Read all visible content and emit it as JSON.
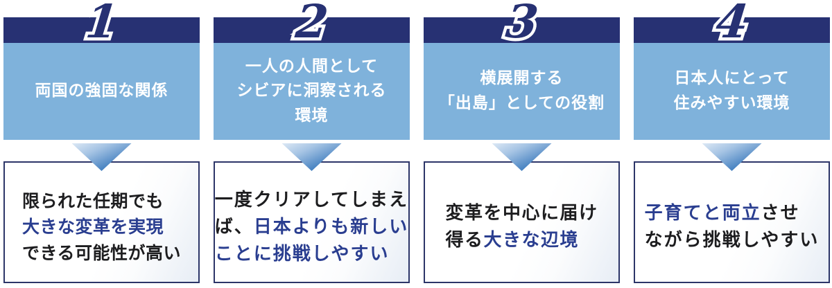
{
  "colors": {
    "navy_bar": "#273173",
    "light_blue": "#7fb2db",
    "emphasis_blue": "#2a3e90",
    "text_black": "#1d1d1f",
    "box_border": "#2c3568",
    "arrow_light": "#dce8f5",
    "arrow_dark": "#2b66ae"
  },
  "columns": [
    {
      "number": "1",
      "header_lines": [
        "両国の強固な関係"
      ],
      "body_lines": [
        [
          {
            "text": "限られた任期でも",
            "emphasis": false
          }
        ],
        [
          {
            "text": "大きな変革を実現",
            "emphasis": true
          }
        ],
        [
          {
            "text": "できる可能性が高い",
            "emphasis": false
          }
        ]
      ]
    },
    {
      "number": "2",
      "header_lines": [
        "一人の人間として",
        "シビアに洞察される",
        "環境"
      ],
      "body_lines": [
        [
          {
            "text": "一度クリアしてしまえ",
            "emphasis": false
          }
        ],
        [
          {
            "text": "ば、",
            "emphasis": false
          },
          {
            "text": "日本よりも新しい",
            "emphasis": true
          }
        ],
        [
          {
            "text": "ことに挑戦しやすい",
            "emphasis": true
          }
        ]
      ]
    },
    {
      "number": "3",
      "header_lines": [
        "横展開する",
        "「出島」としての役割"
      ],
      "body_lines": [
        [
          {
            "text": "変革を中心に届け",
            "emphasis": false
          }
        ],
        [
          {
            "text": "得る",
            "emphasis": false
          },
          {
            "text": "大きな辺境",
            "emphasis": true
          }
        ]
      ]
    },
    {
      "number": "4",
      "header_lines": [
        "日本人にとって",
        "住みやすい環境"
      ],
      "body_lines": [
        [
          {
            "text": "子育てと両立",
            "emphasis": true
          },
          {
            "text": "させ",
            "emphasis": false
          }
        ],
        [
          {
            "text": "ながら挑戦しやすい",
            "emphasis": false
          }
        ]
      ]
    }
  ]
}
